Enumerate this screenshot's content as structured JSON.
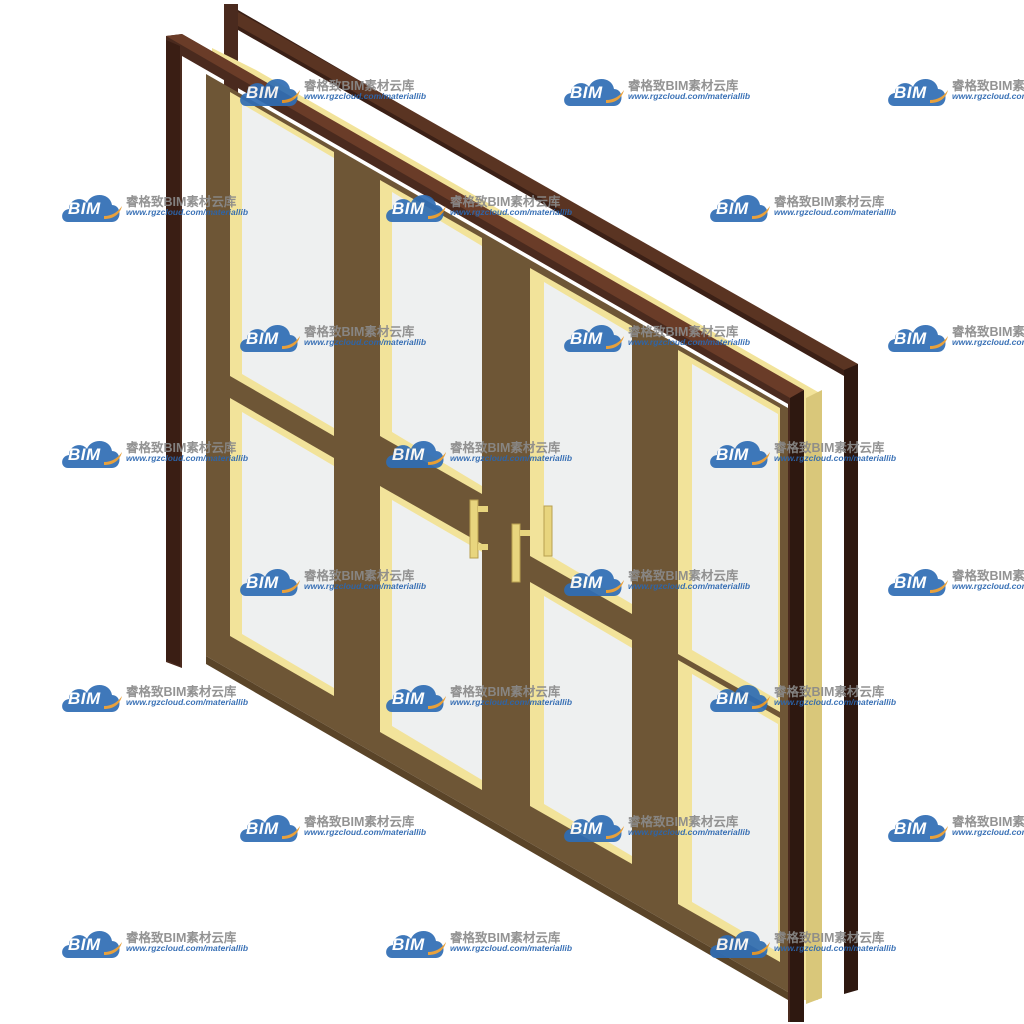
{
  "image": {
    "subject": "door-rendering",
    "colors": {
      "background": "#ffffff",
      "outer_frame": "#4a2a1e",
      "outer_frame_dark": "#2e1810",
      "inner_frame": "#6e5636",
      "casing": "#f2e39a",
      "casing_shade": "#d9c77a",
      "glass": "#eef0f0",
      "handle": "#e8d57e"
    }
  },
  "watermark": {
    "badge": "BIM",
    "title": "睿格致BIM素材云库",
    "url": "www.rgzcloud.com/materiallib",
    "colors": {
      "cloud": "#2f6db5",
      "swoosh": "#e89a2c",
      "title": "#8a8a8a"
    }
  }
}
